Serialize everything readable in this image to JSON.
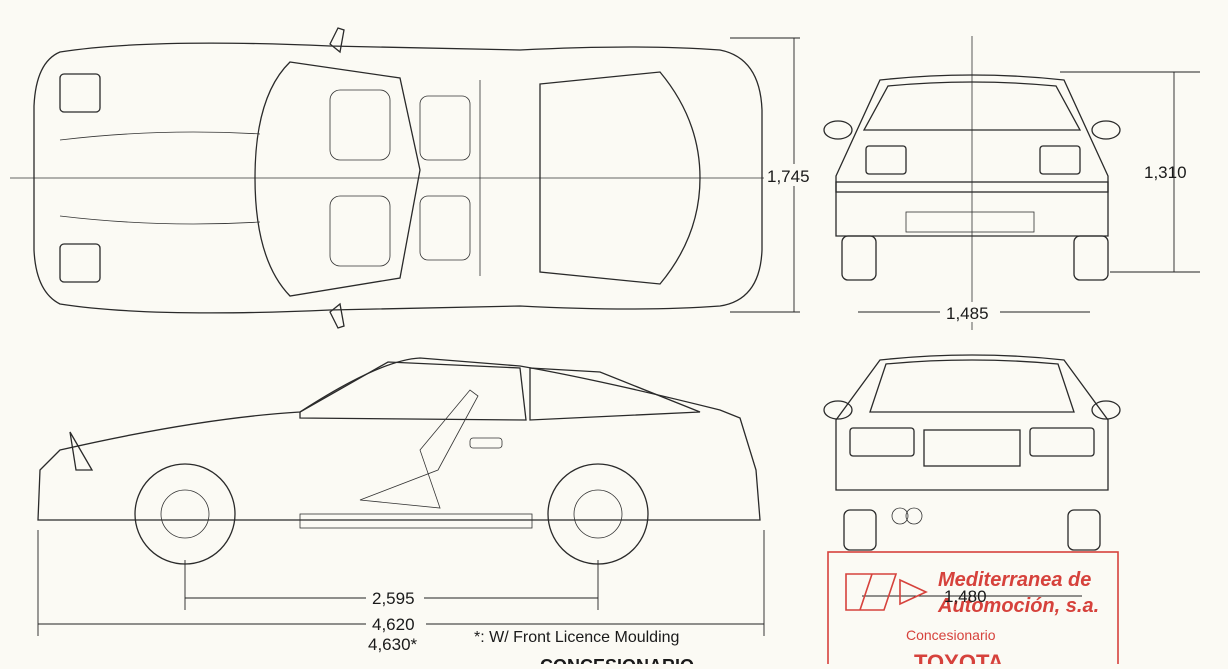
{
  "dimensions": {
    "width_top": "1,745",
    "height_front": "1,310",
    "front_track": "1,485",
    "rear_track": "1,480",
    "wheelbase": "2,595",
    "length": "4,620",
    "length_alt": "4,630*"
  },
  "footnote": "*: W/ Front Licence Moulding",
  "bottom_partial": "CONCESIONARIO",
  "stamp": {
    "company_line1": "Mediterranea de",
    "company_line2": "Automoción, s.a.",
    "subtitle": "Concesionario",
    "brand": "TOYOTA",
    "color": "#d6423c"
  },
  "colors": {
    "paper": "#fbfaf4",
    "body_tint": "#eef0cf",
    "line": "#2a2a2a"
  }
}
